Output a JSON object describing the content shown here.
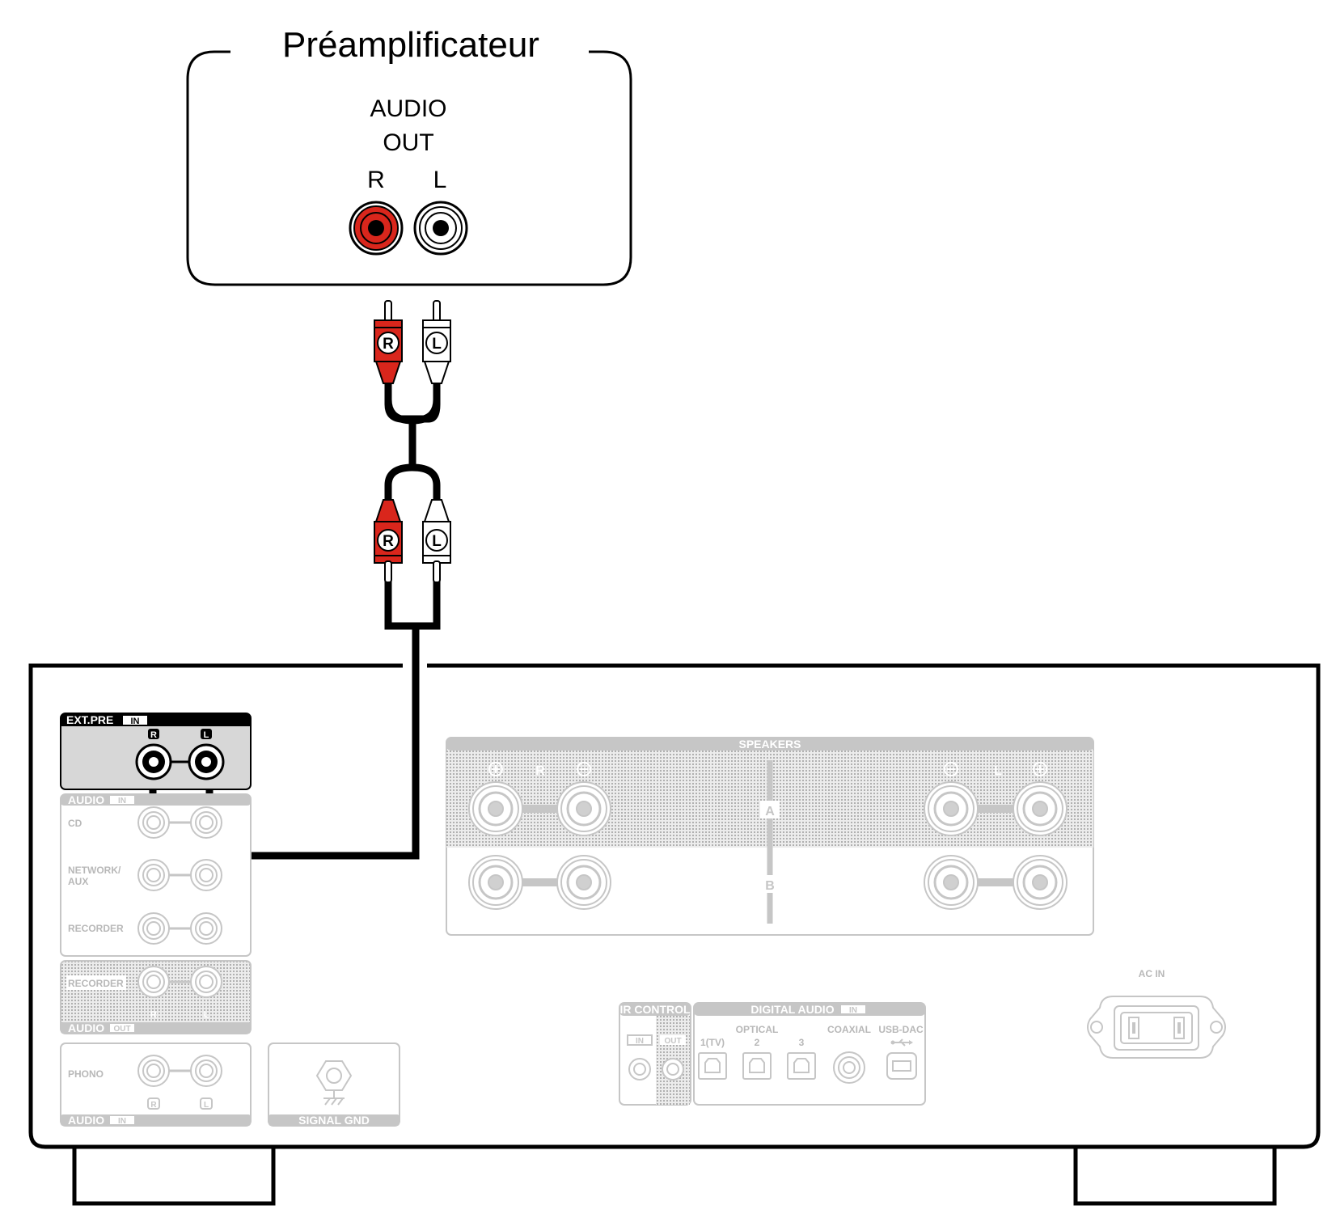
{
  "preamp": {
    "title": "Préamplificateur",
    "audio_line1": "AUDIO",
    "audio_line2": "OUT",
    "right": "R",
    "left": "L"
  },
  "cable": {
    "plug_r": "R",
    "plug_l": "L"
  },
  "device": {
    "ext_pre": {
      "label": "EXT.PRE",
      "tag": "IN",
      "right": "R",
      "left": "L"
    },
    "audio_in": {
      "label": "AUDIO",
      "tag": "IN",
      "rows": [
        "CD",
        "NETWORK/",
        "AUX",
        "RECORDER"
      ]
    },
    "audio_out": {
      "label": "AUDIO",
      "tag": "OUT",
      "row": "RECORDER",
      "right": "R",
      "left": "L"
    },
    "phono": {
      "label": "AUDIO",
      "tag": "IN",
      "row": "PHONO",
      "right": "R",
      "left": "L"
    },
    "signal_gnd": "SIGNAL GND",
    "speakers": {
      "label": "SPEAKERS",
      "a": "A",
      "b": "B",
      "right": "R",
      "left": "L",
      "plus": "+",
      "minus": "−"
    },
    "ir_control": {
      "label": "IR CONTROL",
      "in": "IN",
      "out": "OUT"
    },
    "digital_audio": {
      "label": "DIGITAL AUDIO",
      "tag": "IN",
      "optical": "OPTICAL",
      "opt1": "1(TV)",
      "opt2": "2",
      "opt3": "3",
      "coaxial": "COAXIAL",
      "usb": "USB-DAC"
    },
    "ac_in": "AC IN"
  },
  "colors": {
    "red": "#d9261c",
    "gray": "#b8b8b8",
    "black": "#000000"
  }
}
